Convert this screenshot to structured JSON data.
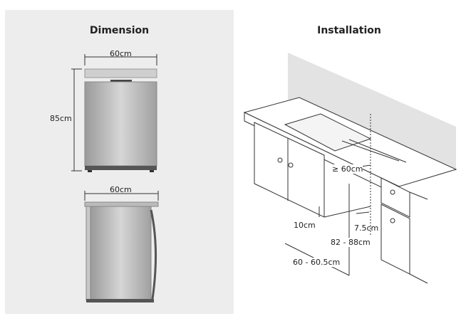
{
  "dimension": {
    "title": "Dimension",
    "front_width": "60cm",
    "front_height": "85cm",
    "side_depth": "60cm"
  },
  "installation": {
    "title": "Installation",
    "min_width": "≥ 60cm",
    "plinth_height": "10cm",
    "plinth_depth": "7.5cm",
    "height_range": "82 - 88cm",
    "depth_range": "60 - 60.5cm"
  }
}
